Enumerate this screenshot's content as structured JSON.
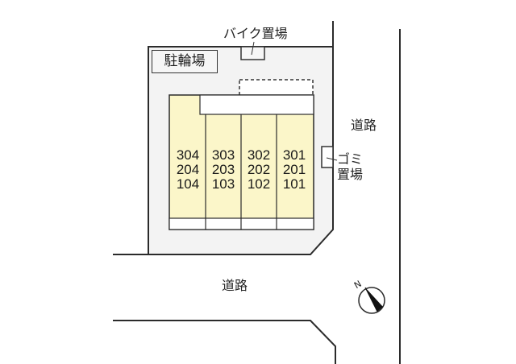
{
  "labels": {
    "bicycle_parking": "駐輪場",
    "motorbike_parking": "バイク置場",
    "garbage_line1": "ゴミ",
    "garbage_line2": "置場",
    "road_east": "道路",
    "road_south": "道路",
    "north": "N"
  },
  "units": [
    {
      "column": 1,
      "rooms": [
        "304",
        "204",
        "104"
      ]
    },
    {
      "column": 2,
      "rooms": [
        "303",
        "203",
        "103"
      ]
    },
    {
      "column": 3,
      "rooms": [
        "302",
        "202",
        "102"
      ]
    },
    {
      "column": 4,
      "rooms": [
        "301",
        "201",
        "101"
      ]
    }
  ],
  "colors": {
    "lot_fill": "#f3f3f3",
    "building_fill": "#fbf6c9",
    "line": "#2b2b2b",
    "background": "#ffffff"
  }
}
